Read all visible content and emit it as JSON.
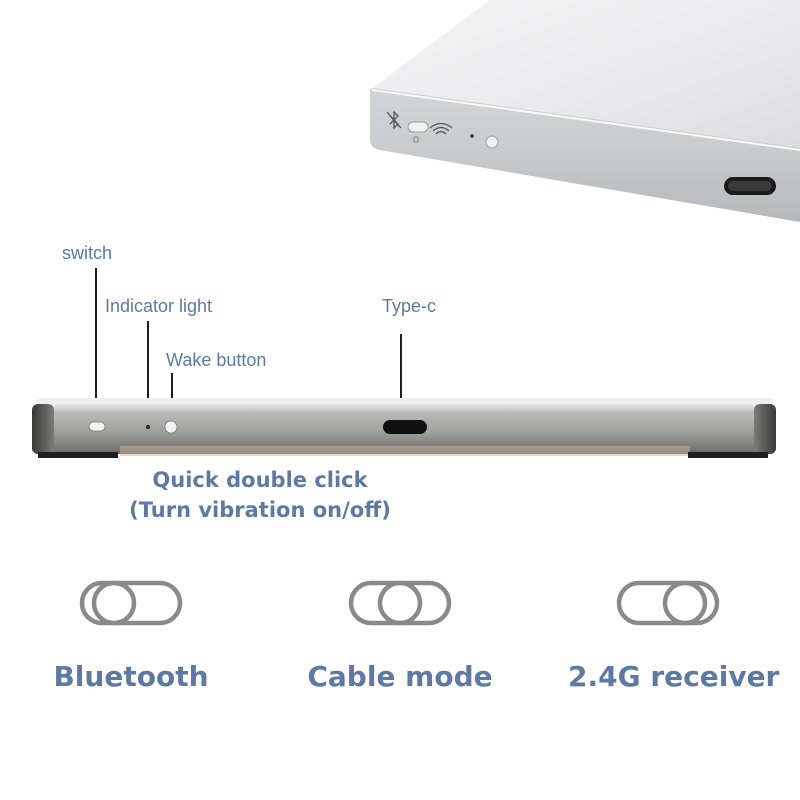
{
  "callouts": {
    "switch": "switch",
    "indicator": "Indicator light",
    "wake": "Wake button",
    "typec": "Type-c"
  },
  "note": {
    "line1": "Quick double click",
    "line2": "(Turn vibration on/off)"
  },
  "modes": [
    {
      "label": "Bluetooth",
      "knob": "left"
    },
    {
      "label": "Cable mode",
      "knob": "center"
    },
    {
      "label": "2.4G receiver",
      "knob": "right"
    }
  ],
  "colors": {
    "label_blue": "#5c7aa3",
    "switch_gray": "#8a8a8a"
  },
  "icons": {
    "top_left": "bluetooth-muted-icon",
    "top_right": "wireless-signal-icon"
  }
}
